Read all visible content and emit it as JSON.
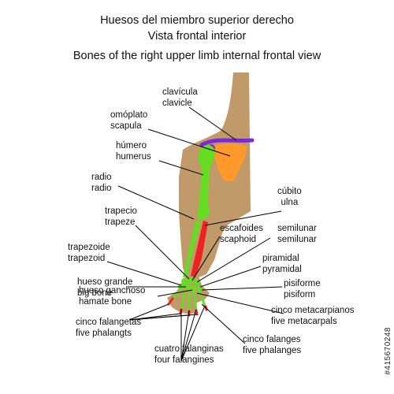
{
  "titles": {
    "line1": "Huesos del miembro superior derecho",
    "line2": "Vista frontal interior",
    "line3": "Bones of the right upper limb internal frontal view"
  },
  "labels": {
    "clavicle": {
      "es": "clavícula",
      "en": "clavicle"
    },
    "scapula": {
      "es": "omóplato",
      "en": "scapula"
    },
    "humerus": {
      "es": "húmero",
      "en": "humerus"
    },
    "radius": {
      "es": "radio",
      "en": "radio"
    },
    "ulna": {
      "es": "cúbito",
      "en": "ulna"
    },
    "trapezium": {
      "es": "trapecio",
      "en": "trapeze"
    },
    "scaphoid": {
      "es": "escafoides",
      "en": "scaphoid"
    },
    "lunate": {
      "es": "semilunar",
      "en": "semilunar"
    },
    "trapezoid": {
      "es": "trapezoide",
      "en": "trapezoid"
    },
    "triquetrum": {
      "es": "piramidal",
      "en": "pyramidal"
    },
    "pisiform": {
      "es": "pisiforme",
      "en": "pisiform"
    },
    "capitate": {
      "es": "hueso grande",
      "en": "big bone"
    },
    "hamate": {
      "es": "hueso ganchoso",
      "en": "hamate bone"
    },
    "metacarpals": {
      "es": "cinco metacarpianos",
      "en": "five metacarpals"
    },
    "phalanges": {
      "es": "cinco falanges",
      "en": "five phalanges"
    },
    "phalangettes": {
      "es": "cinco falangetas",
      "en": "five phalangts"
    },
    "phalangines": {
      "es": "cuatro falanginas",
      "en": "four falangines"
    }
  },
  "watermark": "#415670248",
  "colors": {
    "skin": "#c09a68",
    "scapula": "#ff9a2a",
    "clavicle": "#7a28d8",
    "humerus": "#66dd22",
    "ulna": "#ee2222",
    "radius": "#66dd22",
    "leader": "#000000"
  }
}
